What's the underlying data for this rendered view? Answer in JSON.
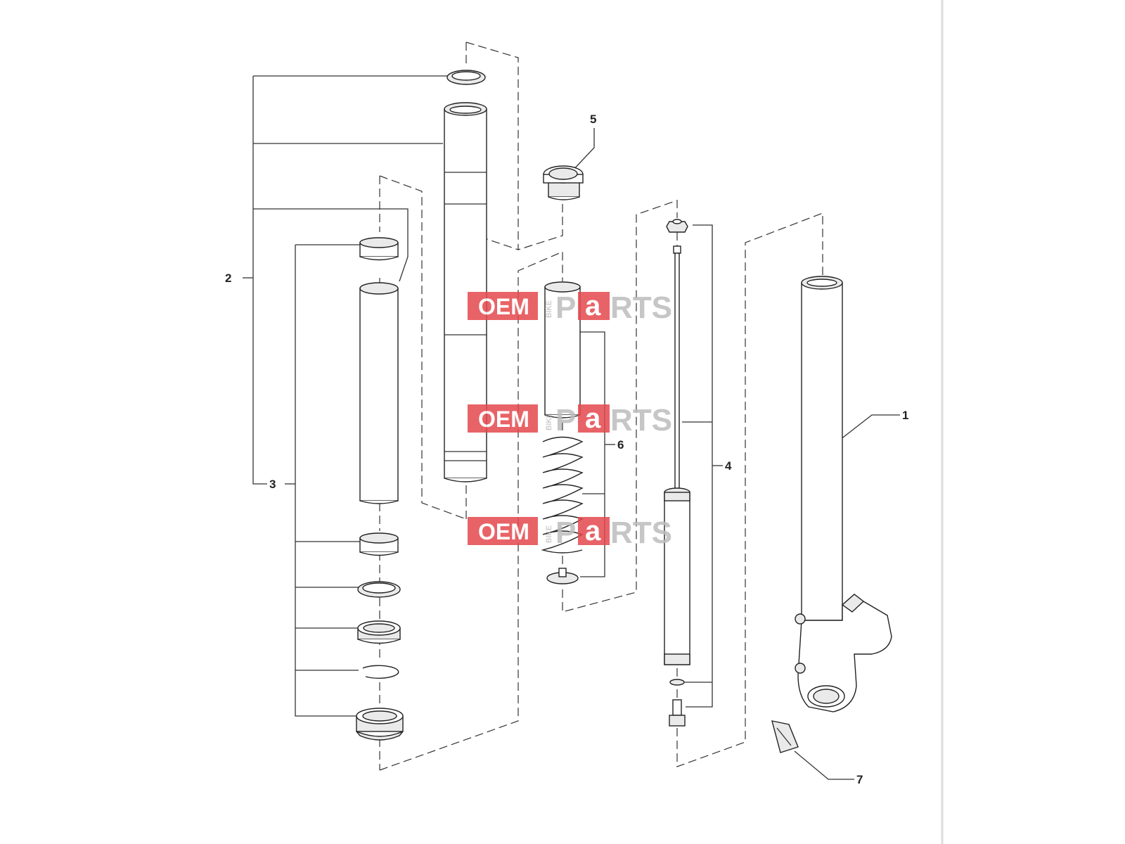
{
  "callouts": {
    "c1": "1",
    "c2": "2",
    "c3": "3",
    "c4": "4",
    "c5": "5",
    "c6": "6",
    "c7": "7"
  },
  "watermark": {
    "oem": "OEM",
    "bike": "BIKE",
    "p": "P",
    "a": "a",
    "rts": "RTS"
  },
  "colors": {
    "watermark_red": "#e5484d",
    "line": "#333333",
    "page_border": "#dddddd"
  }
}
